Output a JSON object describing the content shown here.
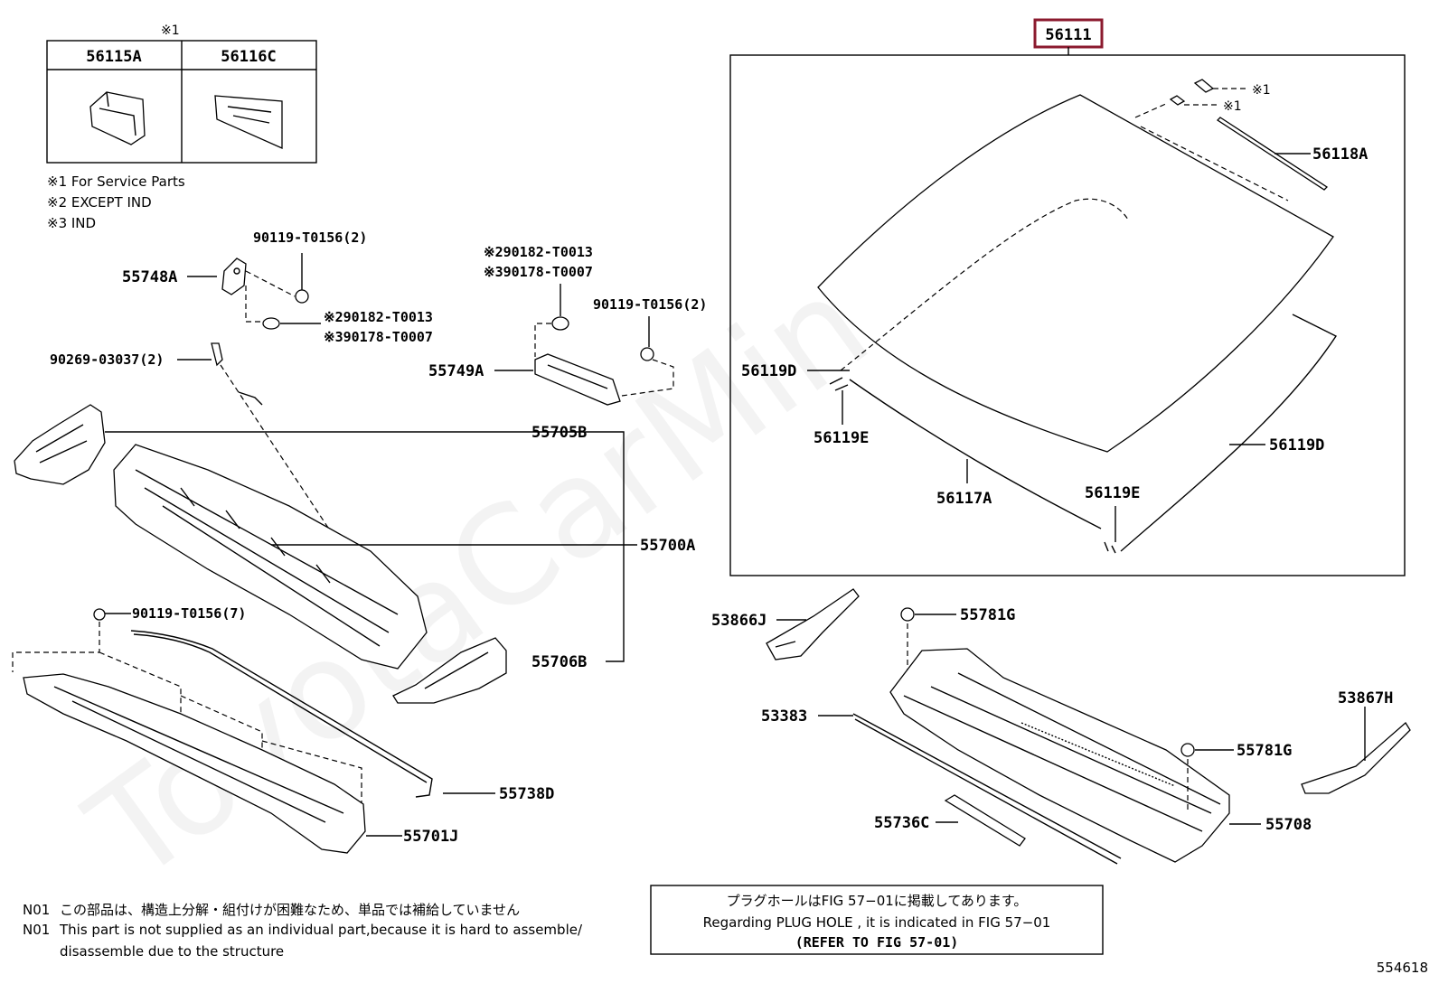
{
  "ref_table": {
    "marker": "※1",
    "headers": [
      "56115A",
      "56116C"
    ]
  },
  "legend": [
    "※1 For Service Parts",
    "※2 EXCEPT IND",
    "※3 IND"
  ],
  "labels": {
    "p56111": "56111",
    "p56118A": "56118A",
    "p56119D_a": "56119D",
    "p56119E_a": "56119E",
    "p56117A": "56117A",
    "p56119E_b": "56119E",
    "p56119D_b": "56119D",
    "mark1_a": "※1",
    "mark1_b": "※1",
    "p55748A": "55748A",
    "p90119_a": "90119-T0156(2)",
    "p90182_a": "※290182-T0013",
    "p90178_a": "※390178-T0007",
    "p90269": "90269-03037(2)",
    "p90182_b": "※290182-T0013",
    "p90178_b": "※390178-T0007",
    "p90119_b": "90119-T0156(2)",
    "p55749A": "55749A",
    "p55705B": "55705B",
    "p55700A": "55700A",
    "p90119_c": "90119-T0156(7)",
    "p55706B": "55706B",
    "p55738D": "55738D",
    "p55701J": "55701J",
    "p53866J": "53866J",
    "p55781G_a": "55781G",
    "p53383": "53383",
    "p55781G_b": "55781G",
    "p53867H": "53867H",
    "p55736C": "55736C",
    "p55708": "55708"
  },
  "notes": {
    "n01_jp_code": "N01",
    "n01_jp_text": "この部品は、構造上分解・組付けが困難なため、単品では補給していません",
    "n01_en_code": "N01",
    "n01_en_line1": "This part is not supplied as an individual part,because it is hard to assemble/",
    "n01_en_line2": "disassemble due to the structure"
  },
  "plug_box": {
    "line1": "プラグホールはFIG 57−01に掲載してあります。",
    "line2": "Regarding  PLUG  HOLE , it is indicated in FIG  57−01",
    "line3": "(REFER TO FIG 57-01)"
  },
  "figure_number": "554618",
  "watermark": "ToyotaCarMine.ru",
  "colors": {
    "highlight_box": "#8b1a2e",
    "ink": "#000000"
  }
}
